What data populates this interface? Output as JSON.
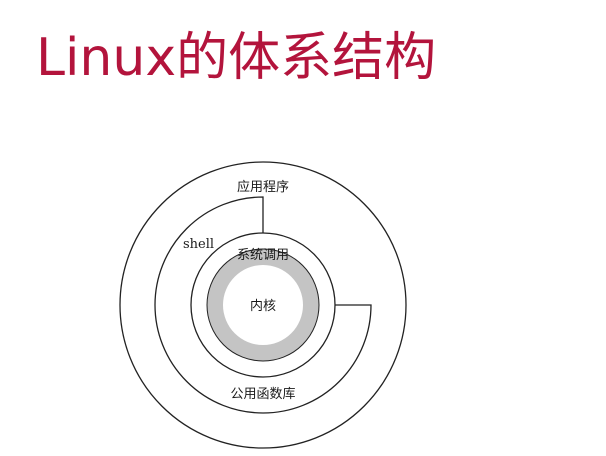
{
  "title": "Linux的体系结构",
  "colors": {
    "title": "#b3143c",
    "line": "#222222",
    "kernel_ring": "#c4c4c4",
    "background": "#ffffff"
  },
  "diagram": {
    "layers": {
      "applications": "应用程序",
      "shell": "shell",
      "system_calls": "系统调用",
      "kernel": "内核",
      "libraries": "公用函数库"
    }
  }
}
